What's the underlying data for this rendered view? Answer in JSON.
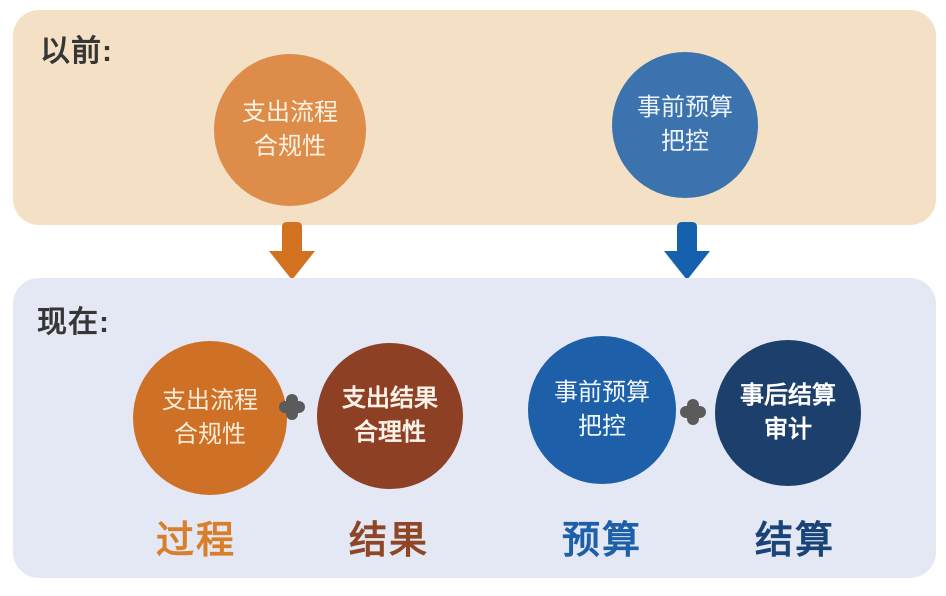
{
  "colors": {
    "panel_top_bg": "#f3e0c5",
    "panel_bottom_bg": "#e4e8f4",
    "label_text": "#363636",
    "orange_light": "#de8c49",
    "orange_deep": "#ce7126",
    "orange_arrow": "#d2711f",
    "red_brown": "#8d4023",
    "blue_mid": "#3c73ae",
    "blue_strong": "#1d5fa9",
    "blue_arrow": "#1561ae",
    "navy": "#1d3f6b",
    "plus_gray": "#5b5b5b",
    "caption_process": "#d97f2b",
    "caption_result": "#8f4626",
    "caption_budget": "#1d5fa9",
    "caption_settlement": "#1a4377"
  },
  "before_panel": {
    "label": "以前:",
    "process_circle": "支出流程\n合规性",
    "budget_circle": "事前预算\n把控"
  },
  "now_panel": {
    "label": "现在:",
    "process_circle": "支出流程\n合规性",
    "result_circle": "支出结果\n合理性",
    "budget_circle": "事前预算\n把控",
    "settlement_circle": "事后结算\n审计",
    "captions": {
      "process": "过程",
      "result": "结果",
      "budget": "预算",
      "settlement": "结算"
    }
  }
}
